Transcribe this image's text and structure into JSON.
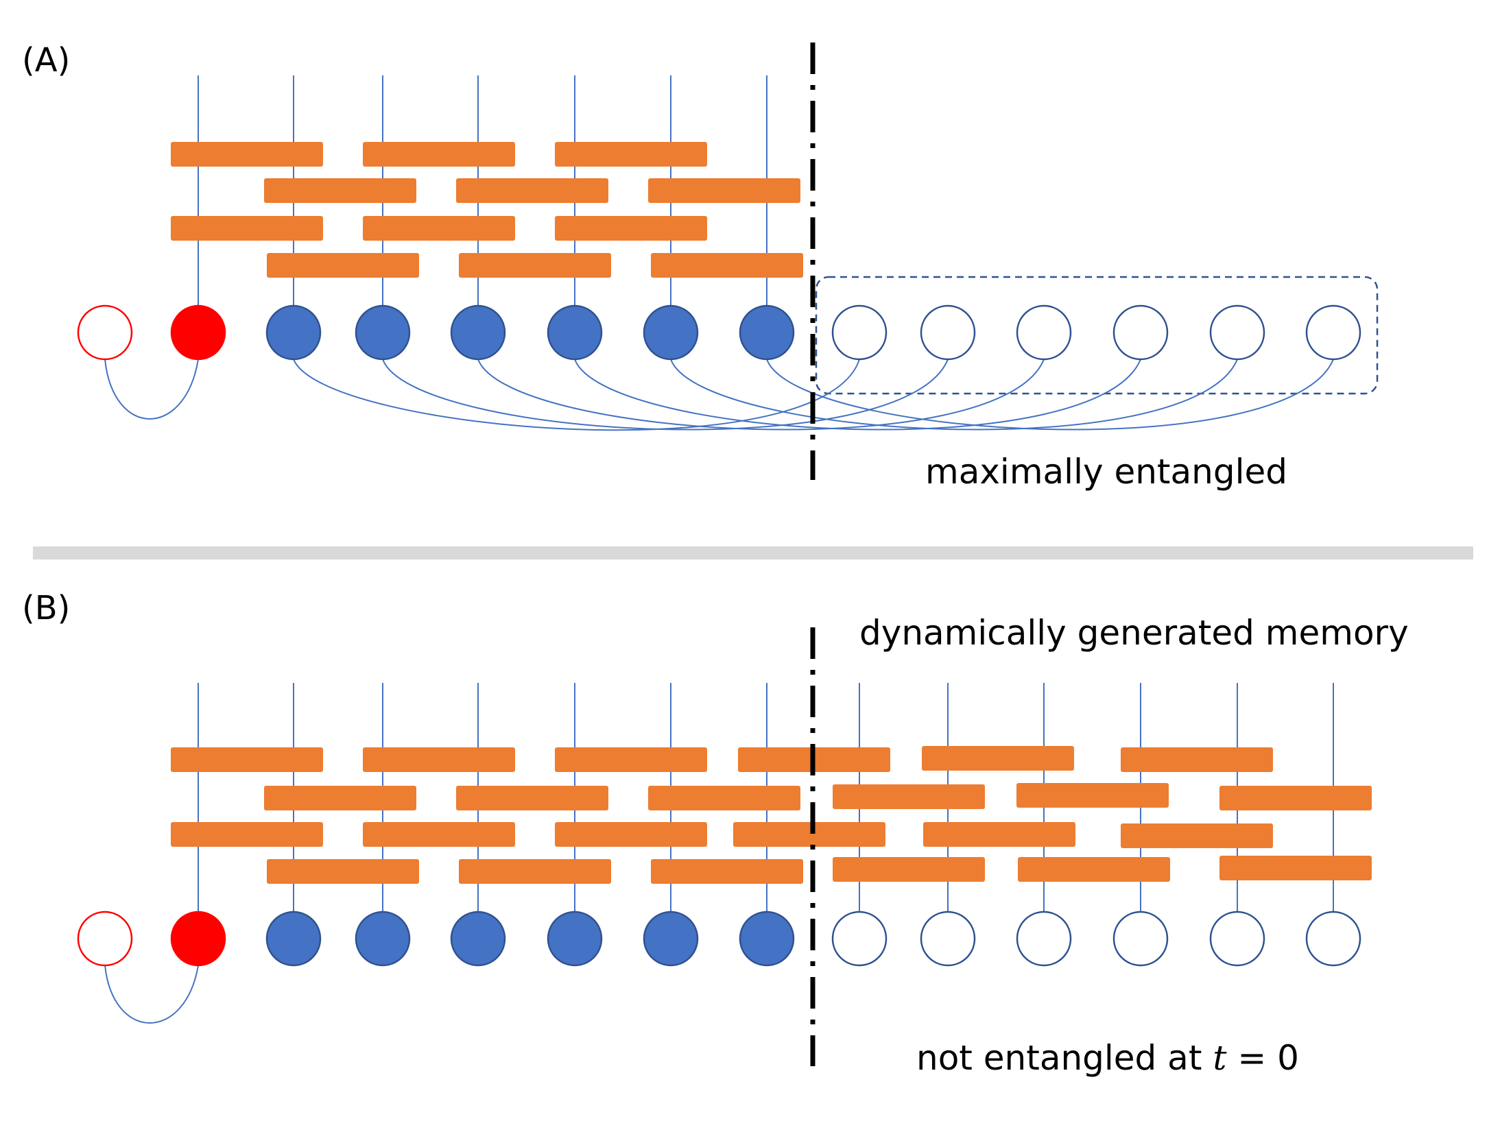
{
  "panel_a": {
    "label": "(A)",
    "annotation": "maximally entangled"
  },
  "panel_b": {
    "label": "(B)",
    "annotation_top": "dynamically generated memory",
    "annotation_bottom_prefix": "not entangled at ",
    "annotation_bottom_var": "t",
    "annotation_bottom_eq": " = 0"
  },
  "colors": {
    "gate": "#ED7D31",
    "wire": "#4472C4",
    "filled_qubit": "#4472C4",
    "filled_qubit_stroke": "#2F528F",
    "red_qubit": "#FF0000",
    "open_qubit_stroke": "#2F528F",
    "cut_line": "#000000",
    "separator": "#D9D9D9"
  }
}
